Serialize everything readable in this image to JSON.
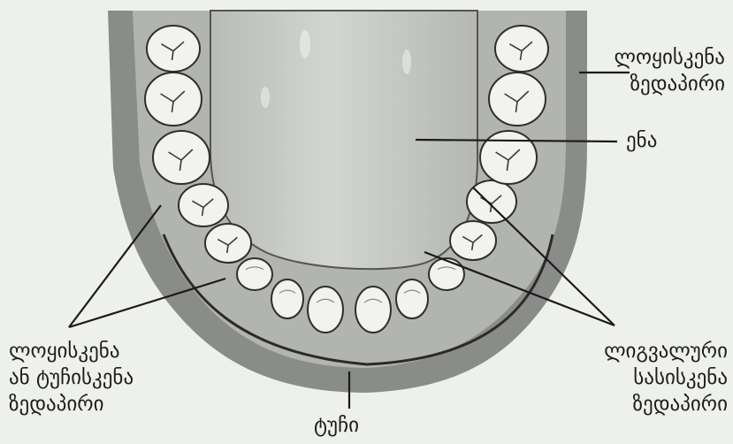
{
  "labels": {
    "buccal_surface": [
      "ლოყისკენა",
      "ზედაპირი"
    ],
    "tongue": "ენა",
    "buccal_labial_surface": [
      "ლოყისკენა",
      "ან ტუჩისკენა",
      "ზედაპირი"
    ],
    "lingual_surface": [
      "ლიგვალური",
      "სასისკენა",
      "ზედაპირი"
    ],
    "lip": "ტუჩი"
  },
  "colors": {
    "background": "#eef0ec",
    "outer_gum": "#8a8c89",
    "inner_gum": "#b2b4b0",
    "tongue": "#c9cbc7",
    "tooth": "#f2f3ef",
    "tooth_outline": "#2e2e2e",
    "leader_line": "#1a1a1a"
  }
}
